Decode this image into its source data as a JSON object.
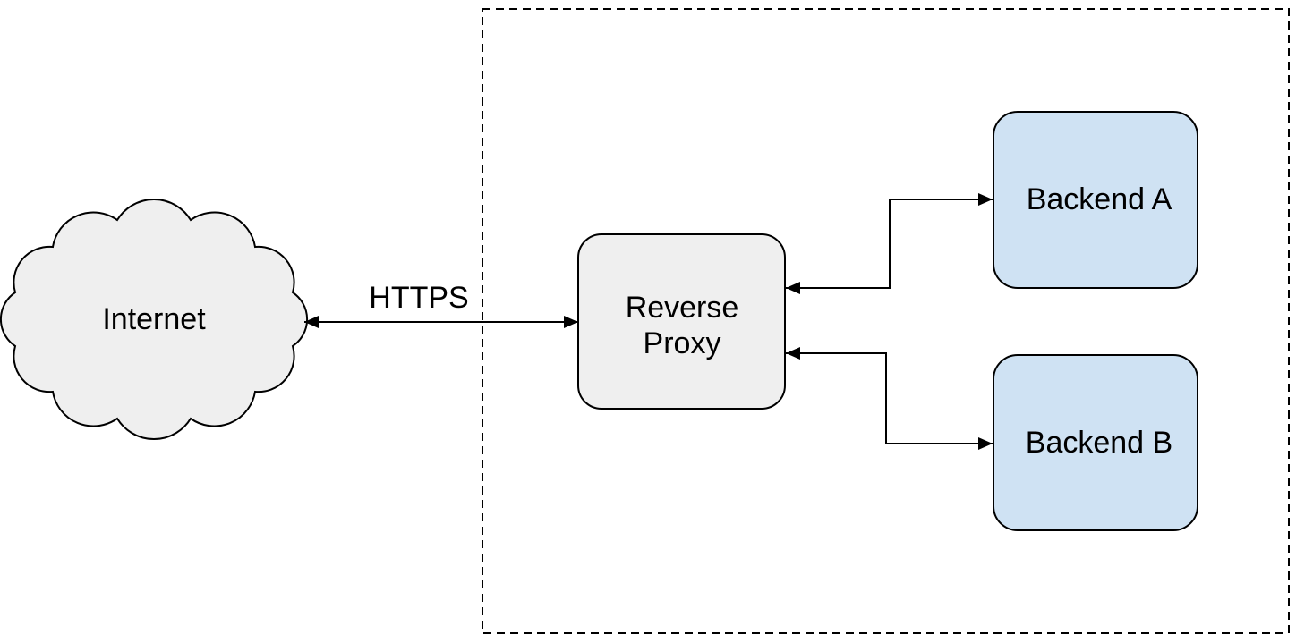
{
  "diagram": {
    "type": "network-architecture",
    "nodes": {
      "internet": {
        "label": "Internet",
        "shape": "cloud"
      },
      "reverse_proxy": {
        "label": "Reverse Proxy",
        "shape": "rounded-rect"
      },
      "backend_a": {
        "label": "Backend A",
        "shape": "rounded-rect"
      },
      "backend_b": {
        "label": "Backend B",
        "shape": "rounded-rect"
      }
    },
    "edges": [
      {
        "from": "internet",
        "to": "reverse_proxy",
        "label": "HTTPS",
        "direction": "bidirectional",
        "style": "elbow-straight"
      },
      {
        "from": "reverse_proxy",
        "to": "backend_a",
        "label": "",
        "direction": "bidirectional",
        "style": "elbow"
      },
      {
        "from": "reverse_proxy",
        "to": "backend_b",
        "label": "",
        "direction": "bidirectional",
        "style": "elbow"
      }
    ],
    "boundary": {
      "style": "dashed-rectangle",
      "label": ""
    },
    "colors": {
      "node_fill_gray": "#efefef",
      "node_fill_blue": "#cfe2f3",
      "stroke": "#000000",
      "background": "#ffffff"
    }
  }
}
